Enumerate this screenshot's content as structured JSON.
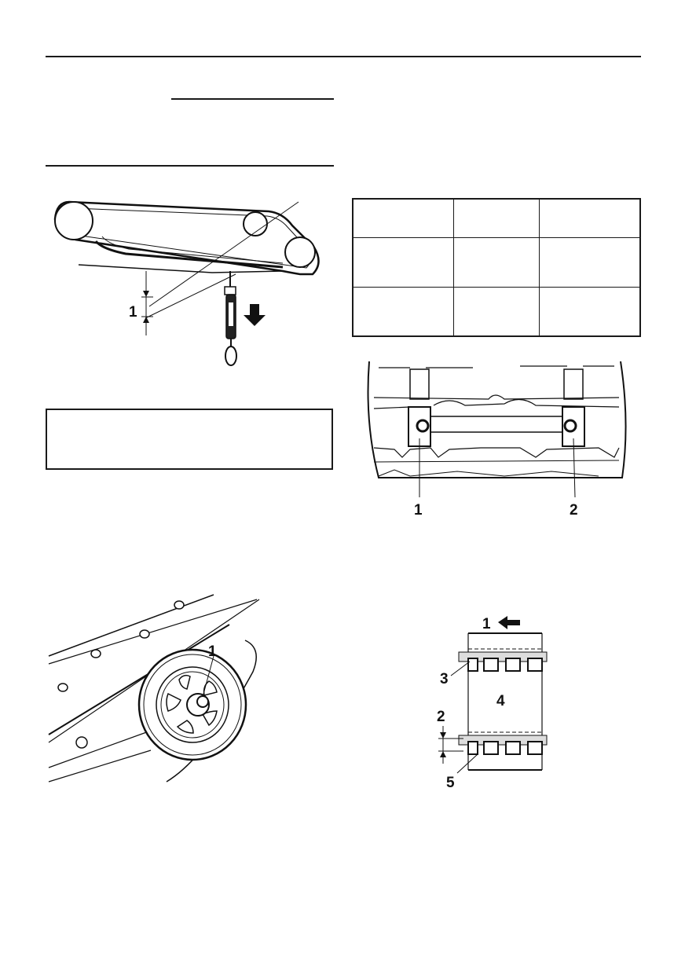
{
  "figures": {
    "tension_figure": {
      "label_1": "1"
    },
    "adjuster_figure": {
      "label_1": "1",
      "label_2": "2"
    },
    "wheel_figure": {
      "label_1": "1"
    },
    "alignment_figure": {
      "label_1": "1",
      "label_2": "2",
      "label_3": "3",
      "label_4": "4",
      "label_5": "5"
    }
  },
  "spec_table": {
    "rows": 3,
    "cols": 3
  }
}
